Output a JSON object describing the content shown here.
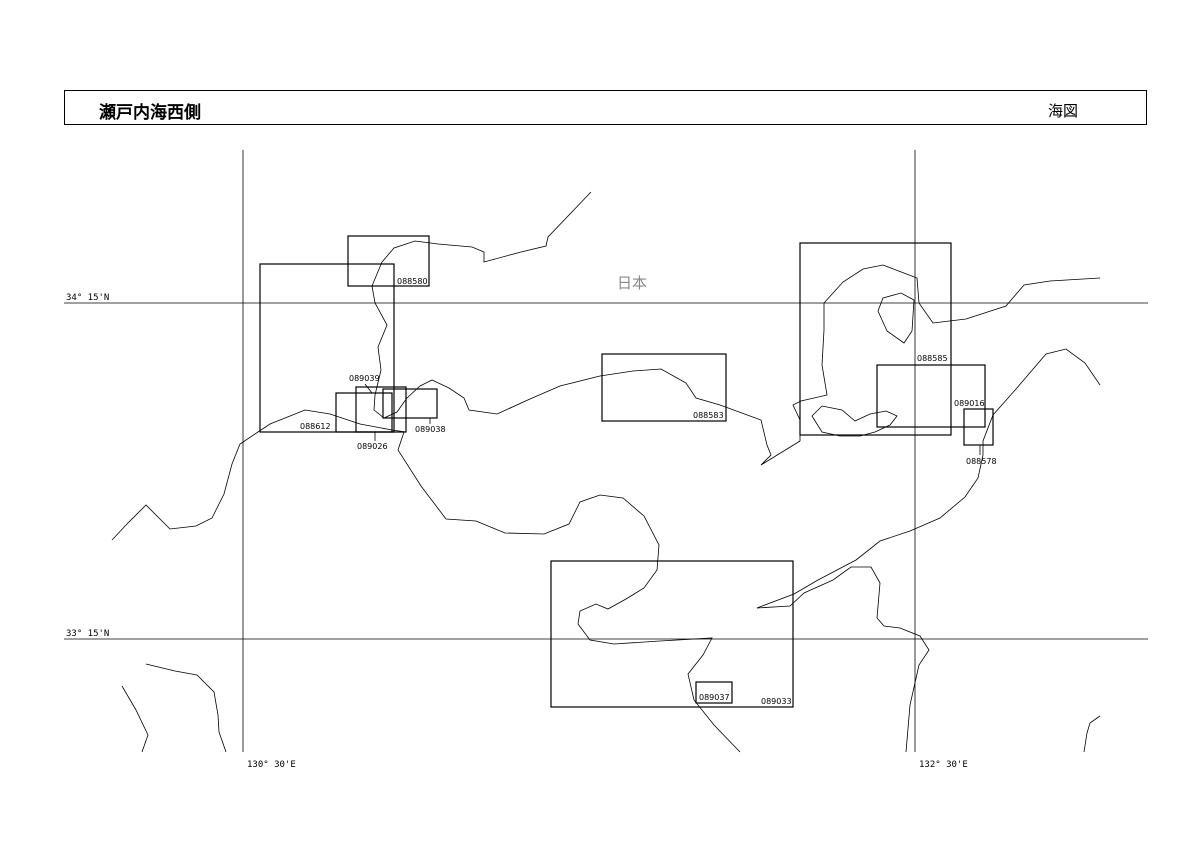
{
  "header": {
    "title": "瀬戸内海西側",
    "type_label": "海図"
  },
  "map": {
    "country_label": "日本",
    "graticule": {
      "lat_lines": [
        "34° 15'N",
        "33° 15'N"
      ],
      "lon_lines": [
        "130° 30'E",
        "132° 30'E"
      ]
    },
    "charts": [
      {
        "id": "088580"
      },
      {
        "id": "088585"
      },
      {
        "id": "089039"
      },
      {
        "id": "088612"
      },
      {
        "id": "089038"
      },
      {
        "id": "089026"
      },
      {
        "id": "088583"
      },
      {
        "id": "089016"
      },
      {
        "id": "088578"
      },
      {
        "id": "089037"
      },
      {
        "id": "089033"
      }
    ]
  }
}
